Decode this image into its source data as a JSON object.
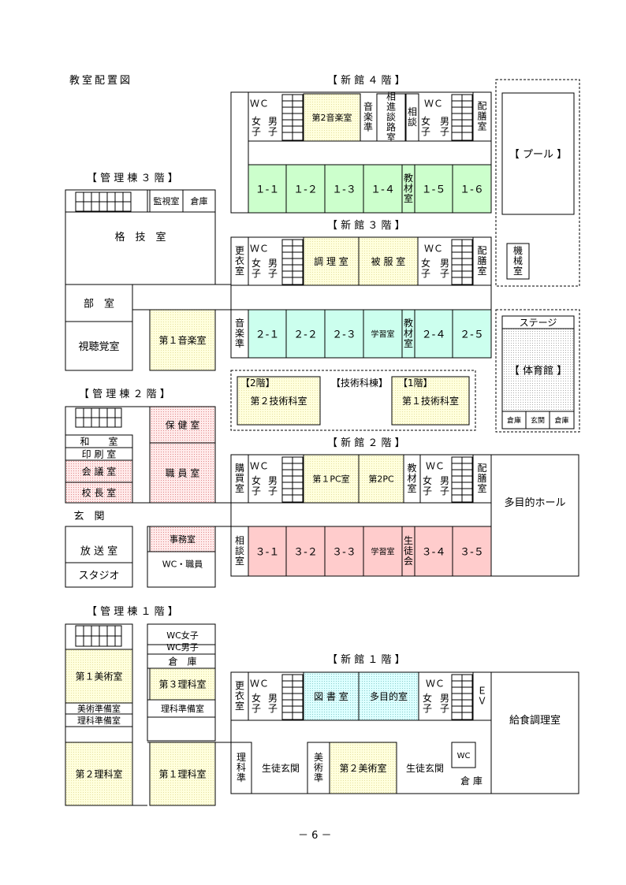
{
  "title": "教室配置図",
  "page_number": "－ 6 －",
  "colors": {
    "line": "#000000",
    "music_prep": "#ffffcc",
    "grade1": "#ccffcc",
    "grade2": "#ccffee",
    "grade3": "#ffcccc",
    "library": "#ccffff",
    "pink_dot": "#ff9999",
    "gray_dot": "#bbbbbb"
  },
  "headings": {
    "new4": "【 新 館 ４ 階 】",
    "new3": "【 新 館 ３ 階 】",
    "new2": "【 新 館 ２ 階 】",
    "new1": "【 新 館 １ 階 】",
    "mgmt3": "【 管 理 棟 ３ 階 】",
    "mgmt2": "【 管 理 棟 ２ 階 】",
    "mgmt1": "【 管 理 棟 １ 階 】",
    "tech": "【技術科棟】",
    "tech_floor2": "【2階】",
    "tech_floor1": "【1階】"
  },
  "rooms": [
    {
      "id": "r1",
      "label": "ＷＣ",
      "color": ""
    },
    {
      "id": "r2",
      "label": "女子",
      "color": ""
    },
    {
      "id": "r3",
      "label": "男子",
      "color": ""
    },
    {
      "id": "r4",
      "label": "第2音楽室",
      "color": "music_prep"
    },
    {
      "id": "r5",
      "label": "音楽準",
      "color": ""
    },
    {
      "id": "r6",
      "label": "相進談路室",
      "color": ""
    },
    {
      "id": "r7",
      "label": "相談",
      "color": ""
    },
    {
      "id": "r8",
      "label": "ＷＣ",
      "color": ""
    },
    {
      "id": "r9",
      "label": "女子",
      "color": ""
    },
    {
      "id": "r10",
      "label": "男子",
      "color": ""
    },
    {
      "id": "r11",
      "label": "配膳室",
      "color": ""
    },
    {
      "id": "r12",
      "label": "１-１",
      "color": "grade1"
    },
    {
      "id": "r13",
      "label": "１-２",
      "color": "grade1"
    },
    {
      "id": "r14",
      "label": "１-３",
      "color": "grade1"
    },
    {
      "id": "r15",
      "label": "１-４",
      "color": "grade1"
    },
    {
      "id": "r16",
      "label": "教材室",
      "color": "grade1"
    },
    {
      "id": "r17",
      "label": "１-５",
      "color": "grade1"
    },
    {
      "id": "r18",
      "label": "１-６",
      "color": "grade1"
    },
    {
      "id": "r19",
      "label": "【 プール 】",
      "color": ""
    },
    {
      "id": "r20",
      "label": "機械室",
      "color": ""
    },
    {
      "id": "r21",
      "label": "監視室",
      "color": ""
    },
    {
      "id": "r22",
      "label": "倉庫",
      "color": ""
    },
    {
      "id": "r23",
      "label": "格　技　室",
      "color": ""
    },
    {
      "id": "r24",
      "label": "更衣室",
      "color": ""
    },
    {
      "id": "r25",
      "label": "ＷＣ",
      "color": ""
    },
    {
      "id": "r26",
      "label": "女子",
      "color": ""
    },
    {
      "id": "r27",
      "label": "男子",
      "color": ""
    },
    {
      "id": "r28",
      "label": "調 理 室",
      "color": "music_prep"
    },
    {
      "id": "r29",
      "label": "被 服 室",
      "color": "music_prep"
    },
    {
      "id": "r30",
      "label": "ＷＣ",
      "color": ""
    },
    {
      "id": "r31",
      "label": "女子",
      "color": ""
    },
    {
      "id": "r32",
      "label": "男子",
      "color": ""
    },
    {
      "id": "r33",
      "label": "配膳室",
      "color": ""
    },
    {
      "id": "r34",
      "label": "部　室",
      "color": ""
    },
    {
      "id": "r35",
      "label": "視聴覚室",
      "color": ""
    },
    {
      "id": "r36",
      "label": "第１音楽室",
      "color": "music_prep"
    },
    {
      "id": "r37",
      "label": "音楽準",
      "color": ""
    },
    {
      "id": "r38",
      "label": "２-１",
      "color": "grade2"
    },
    {
      "id": "r39",
      "label": "２-２",
      "color": "grade2"
    },
    {
      "id": "r40",
      "label": "２-３",
      "color": "grade2"
    },
    {
      "id": "r41",
      "label": "学習室",
      "color": "grade2"
    },
    {
      "id": "r42",
      "label": "教材室",
      "color": "grade2"
    },
    {
      "id": "r43",
      "label": "２-４",
      "color": "grade2"
    },
    {
      "id": "r44",
      "label": "２-５",
      "color": "grade2"
    },
    {
      "id": "r45",
      "label": "ステージ",
      "color": ""
    },
    {
      "id": "r46",
      "label": "【 体育館 】",
      "color": "gray_dot"
    },
    {
      "id": "r47",
      "label": "倉庫",
      "color": ""
    },
    {
      "id": "r48",
      "label": "玄関",
      "color": ""
    },
    {
      "id": "r49",
      "label": "倉庫",
      "color": ""
    },
    {
      "id": "r50",
      "label": "第２技術科室",
      "color": "music_prep"
    },
    {
      "id": "r51",
      "label": "第１技術科室",
      "color": "music_prep"
    },
    {
      "id": "r52",
      "label": "保 健 室",
      "color": "pink_dot"
    },
    {
      "id": "r53",
      "label": "和　　室",
      "color": ""
    },
    {
      "id": "r54",
      "label": "印 刷 室",
      "color": ""
    },
    {
      "id": "r55",
      "label": "会 議 室",
      "color": "pink_dot"
    },
    {
      "id": "r56",
      "label": "職 員 室",
      "color": "pink_dot"
    },
    {
      "id": "r57",
      "label": "校 長 室",
      "color": "pink_dot"
    },
    {
      "id": "r58",
      "label": "玄　関",
      "color": ""
    },
    {
      "id": "r59",
      "label": "購買室",
      "color": ""
    },
    {
      "id": "r60",
      "label": "ＷＣ",
      "color": ""
    },
    {
      "id": "r61",
      "label": "女子",
      "color": ""
    },
    {
      "id": "r62",
      "label": "男子",
      "color": ""
    },
    {
      "id": "r63",
      "label": "第１PC室",
      "color": "music_prep"
    },
    {
      "id": "r64",
      "label": "第2PC",
      "color": "music_prep"
    },
    {
      "id": "r65",
      "label": "教材室",
      "color": ""
    },
    {
      "id": "r66",
      "label": "ＷＣ",
      "color": ""
    },
    {
      "id": "r67",
      "label": "女子",
      "color": ""
    },
    {
      "id": "r68",
      "label": "男子",
      "color": ""
    },
    {
      "id": "r69",
      "label": "配膳室",
      "color": ""
    },
    {
      "id": "r70",
      "label": "多目的ホール",
      "color": ""
    },
    {
      "id": "r71",
      "label": "放 送 室",
      "color": ""
    },
    {
      "id": "r72",
      "label": "事務室",
      "color": "pink_dot"
    },
    {
      "id": "r73",
      "label": "WC・職員",
      "color": ""
    },
    {
      "id": "r74",
      "label": "スタジオ",
      "color": ""
    },
    {
      "id": "r75",
      "label": "相談室",
      "color": ""
    },
    {
      "id": "r76",
      "label": "３-１",
      "color": "grade3"
    },
    {
      "id": "r77",
      "label": "３-２",
      "color": "grade3"
    },
    {
      "id": "r78",
      "label": "３-３",
      "color": "grade3"
    },
    {
      "id": "r79",
      "label": "学習室",
      "color": "grade3"
    },
    {
      "id": "r80",
      "label": "生徒会",
      "color": "grade3"
    },
    {
      "id": "r81",
      "label": "３-４",
      "color": "grade3"
    },
    {
      "id": "r82",
      "label": "３-５",
      "color": "grade3"
    },
    {
      "id": "r83",
      "label": "WC女子",
      "color": ""
    },
    {
      "id": "r84",
      "label": "WC男子",
      "color": ""
    },
    {
      "id": "r85",
      "label": "倉　庫",
      "color": ""
    },
    {
      "id": "r86",
      "label": "第１美術室",
      "color": "music_prep"
    },
    {
      "id": "r87",
      "label": "第３理科室",
      "color": "music_prep"
    },
    {
      "id": "r88",
      "label": "美術準備室",
      "color": ""
    },
    {
      "id": "r89",
      "label": "理科準備室",
      "color": ""
    },
    {
      "id": "r90",
      "label": "理科準備室",
      "color": ""
    },
    {
      "id": "r91",
      "label": "更衣室",
      "color": ""
    },
    {
      "id": "r92",
      "label": "ＷＣ",
      "color": ""
    },
    {
      "id": "r93",
      "label": "女子",
      "color": ""
    },
    {
      "id": "r94",
      "label": "男子",
      "color": ""
    },
    {
      "id": "r95",
      "label": "図 書 室",
      "color": "library"
    },
    {
      "id": "r96",
      "label": "多目的室",
      "color": "library"
    },
    {
      "id": "r97",
      "label": "ＷＣ",
      "color": ""
    },
    {
      "id": "r98",
      "label": "女子",
      "color": ""
    },
    {
      "id": "r99",
      "label": "男子",
      "color": ""
    },
    {
      "id": "r100",
      "label": "ＥＶ",
      "color": ""
    },
    {
      "id": "r101",
      "label": "給食調理室",
      "color": ""
    },
    {
      "id": "r102",
      "label": "第２理科室",
      "color": "music_prep"
    },
    {
      "id": "r103",
      "label": "第１理科室",
      "color": "music_prep"
    },
    {
      "id": "r104",
      "label": "理科準",
      "color": ""
    },
    {
      "id": "r105",
      "label": "生徒玄関",
      "color": ""
    },
    {
      "id": "r106",
      "label": "美術準",
      "color": ""
    },
    {
      "id": "r107",
      "label": "第２美術室",
      "color": "music_prep"
    },
    {
      "id": "r108",
      "label": "生徒玄関",
      "color": ""
    },
    {
      "id": "r109",
      "label": "WC",
      "color": ""
    },
    {
      "id": "r110",
      "label": "倉 庫",
      "color": ""
    }
  ]
}
